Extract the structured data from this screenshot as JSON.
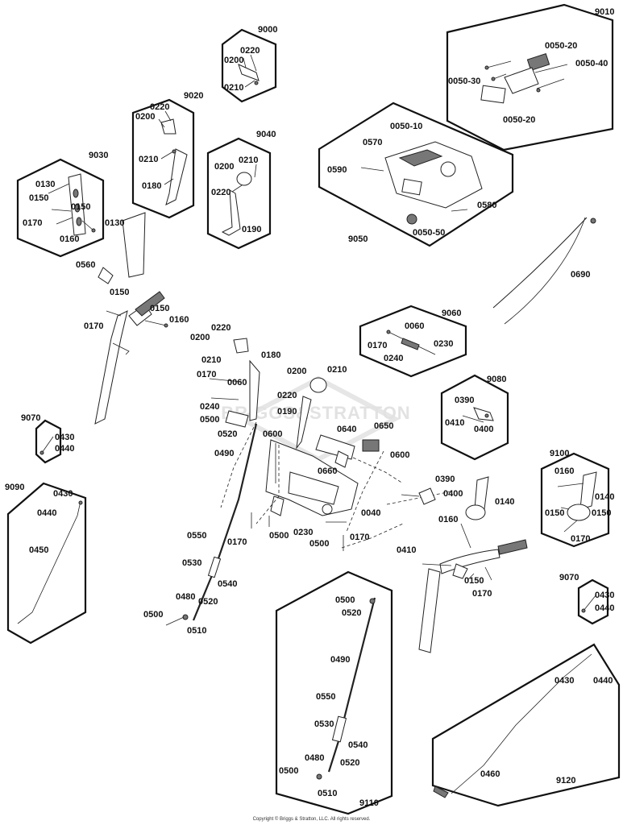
{
  "diagram": {
    "watermark": "BRIGGS&STRATTON",
    "copyright": "Copyright © Briggs & Stratton, LLC. All rights reserved."
  },
  "labels": {
    "k9000": "9000",
    "k9010": "9010",
    "k9020": "9020",
    "k9030": "9030",
    "k9040": "9040",
    "k9050": "9050",
    "k9060": "9060",
    "k9070a": "9070",
    "k9070b": "9070",
    "k9080": "9080",
    "k9090": "9090",
    "k9100": "9100",
    "k9110": "9110",
    "k9120": "9120",
    "a0220": "0220",
    "a0200": "0200",
    "a0210": "0210",
    "b0220": "0220",
    "b0200": "0200",
    "b0210": "0210",
    "b0180": "0180",
    "c0130": "0130",
    "c0150a": "0150",
    "c0150b": "0150",
    "c0170": "0170",
    "c0160": "0160",
    "d0200": "0200",
    "d0210": "0210",
    "d0220": "0220",
    "d0190": "0190",
    "e0050_20a": "0050-20",
    "e0050_40": "0050-40",
    "e0050_30": "0050-30",
    "e0050_20b": "0050-20",
    "f0050_10": "0050-10",
    "f0570": "0570",
    "f0590": "0590",
    "f0580": "0580",
    "f0050_50": "0050-50",
    "g0130": "0130",
    "g0560": "0560",
    "g0150a": "0150",
    "g0150b": "0150",
    "g0170": "0170",
    "g0160": "0160",
    "h0690": "0690",
    "i0060": "0060",
    "i0170": "0170",
    "i0230": "0230",
    "i0240": "0240",
    "j0390": "0390",
    "j0410": "0410",
    "j0400": "0400",
    "m0220": "0220",
    "m0200": "0200",
    "m0210": "0210",
    "m0180": "0180",
    "m0170": "0170",
    "m0060": "0060",
    "m0240": "0240",
    "m0500a": "0500",
    "m0520a": "0520",
    "m0490": "0490",
    "m0600a": "0600",
    "m0200b": "0200",
    "m0210b": "0210",
    "m0220b": "0220",
    "m0190": "0190",
    "m0640": "0640",
    "m0650": "0650",
    "m0660": "0660",
    "m0600b": "0600",
    "m0170b": "0170",
    "m0500b": "0500",
    "m0230": "0230",
    "m0500c": "0500",
    "m0040": "0040",
    "m0170c": "0170",
    "m0550": "0550",
    "m0530": "0530",
    "m0540": "0540",
    "m0480": "0480",
    "m0520b": "0520",
    "m0500d": "0500",
    "m0510": "0510",
    "n0390": "0390",
    "n0400": "0400",
    "n0140": "0140",
    "n0160": "0160",
    "n0410": "0410",
    "n0150": "0150",
    "n0170": "0170",
    "p0160": "0160",
    "p0140": "0140",
    "p0150a": "0150",
    "p0150b": "0150",
    "p0170": "0170",
    "q0430": "0430",
    "q0440": "0440",
    "r0430": "0430",
    "r0440": "0440",
    "s0430": "0430",
    "s0440": "0440",
    "s0450": "0450",
    "t0500": "0500",
    "t0520": "0520",
    "t0490": "0490",
    "t0550": "0550",
    "t0530": "0530",
    "t0540": "0540",
    "t0480": "0480",
    "t0520b": "0520",
    "t0500b": "0500",
    "t0510": "0510",
    "u0430": "0430",
    "u0440": "0440",
    "u0460": "0460"
  }
}
